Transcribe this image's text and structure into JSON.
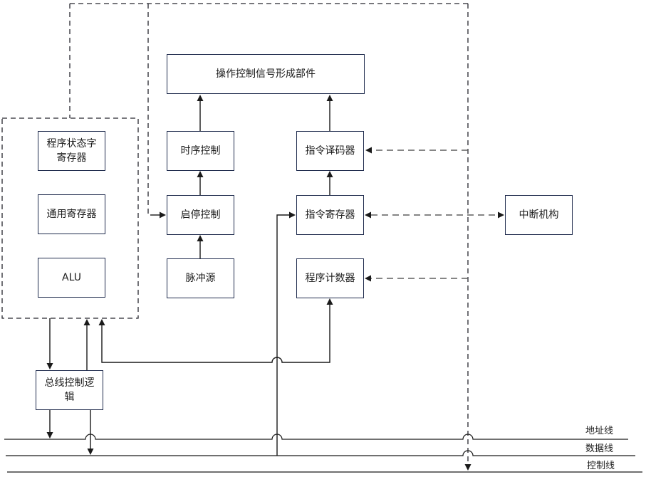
{
  "diagram": {
    "kind": "cpu-control-unit-block-diagram",
    "boxes": {
      "op_ctrl": {
        "label": "操作控制信号形成部件"
      },
      "timing": {
        "label": "时序控制"
      },
      "decoder": {
        "label": "指令译码器"
      },
      "startstop": {
        "label": "启停控制"
      },
      "ir": {
        "label": "指令寄存器"
      },
      "pulse": {
        "label": "脉冲源"
      },
      "pc": {
        "label": "程序计数器"
      },
      "interrupt": {
        "label": "中断机构"
      },
      "psw": {
        "label": "程序状态字寄存器"
      },
      "gpr": {
        "label": "通用寄存器"
      },
      "alu": {
        "label": "ALU"
      },
      "bus_ctl": {
        "label": "总线控制逻辑"
      }
    },
    "bus_labels": {
      "address": "地址线",
      "data": "数据线",
      "control": "控制线"
    },
    "colors": {
      "box_border": "#1f2b4d",
      "text": "#1a1a1a",
      "solid_line": "#1a1a1a",
      "dashed_container": "#26262e",
      "dashed_signal": "#5f5f5f"
    }
  }
}
